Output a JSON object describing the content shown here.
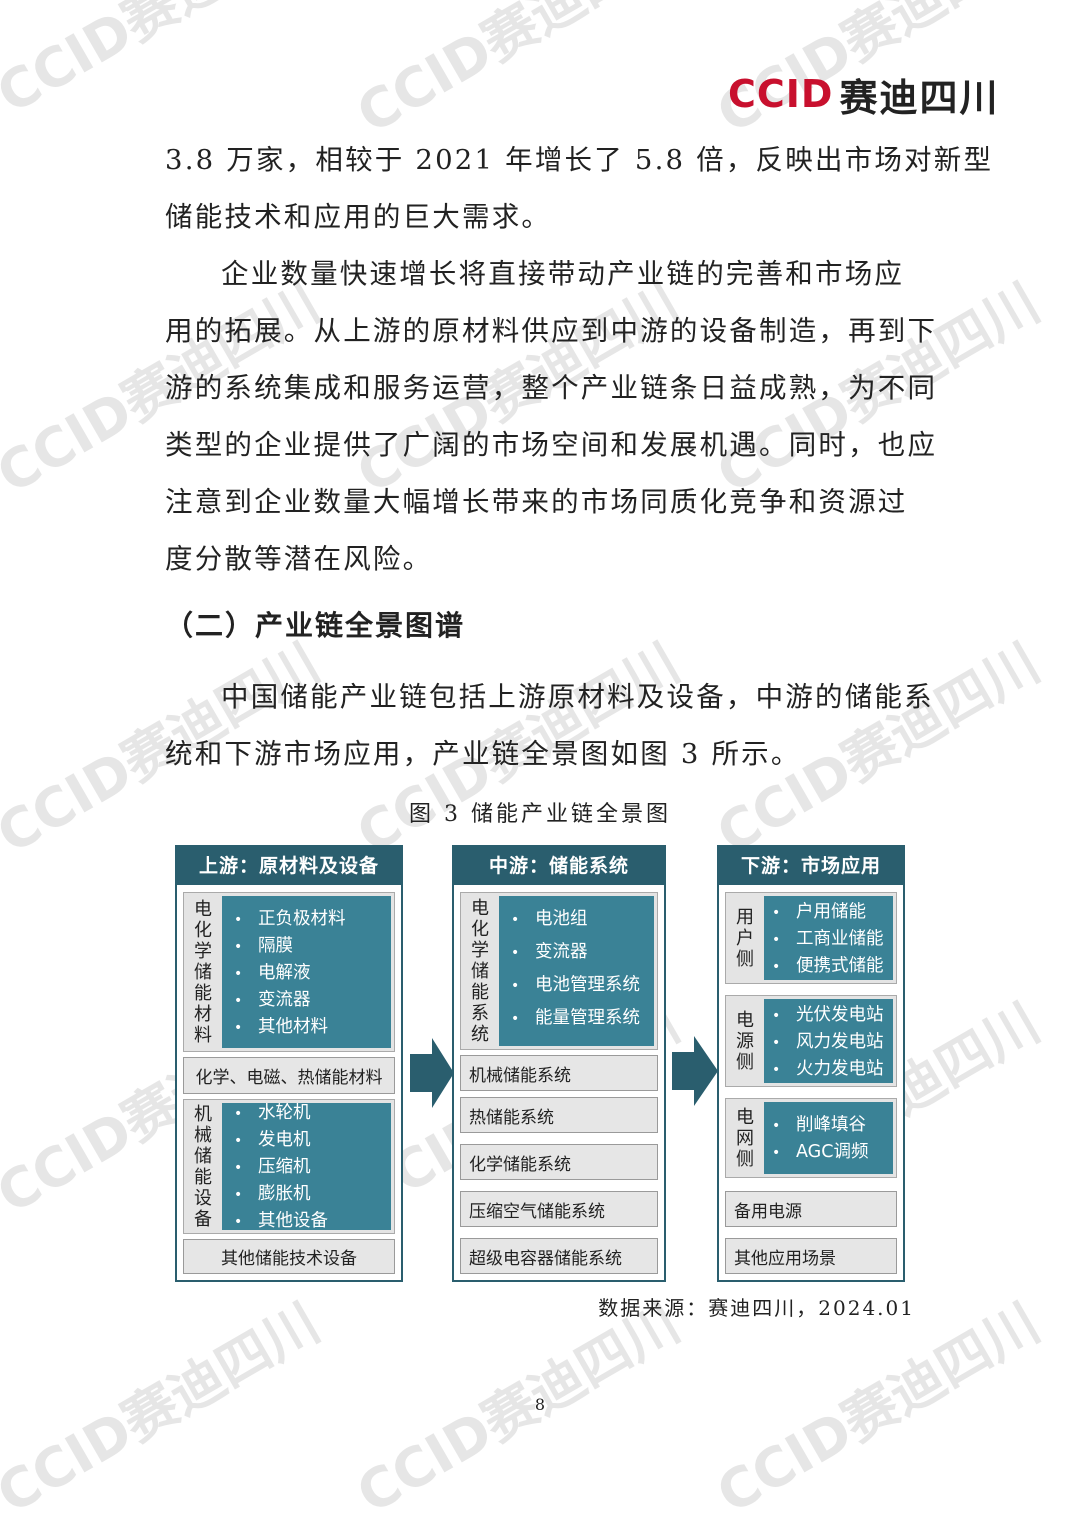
{
  "logo": {
    "brand": "CCID",
    "name": "赛迪四川"
  },
  "watermark": "CCID赛迪四川",
  "paragraphs": {
    "p1": [
      "3.8 万家，相较于 2021 年增长了 5.8 倍，反映出市场对新型",
      "储能技术和应用的巨大需求。"
    ],
    "p2": [
      "企业数量快速增长将直接带动产业链的完善和市场应",
      "用的拓展。从上游的原材料供应到中游的设备制造，再到下",
      "游的系统集成和服务运营，整个产业链条日益成熟，为不同",
      "类型的企业提供了广阔的市场空间和发展机遇。同时，也应",
      "注意到企业数量大幅增长带来的市场同质化竞争和资源过",
      "度分散等潜在风险。"
    ],
    "p3": [
      "中国储能产业链包括上游原材料及设备，中游的储能系",
      "统和下游市场应用，产业链全景图如图 3 所示。"
    ]
  },
  "section_heading": "（二）产业链全景图谱",
  "figure_caption": "图 3  储能产业链全景图",
  "diagram": {
    "upstream": {
      "title": "上游：原材料及设备",
      "group1_label": [
        "电",
        "化",
        "学",
        "储",
        "能",
        "材",
        "料"
      ],
      "group1_items": [
        "正负极材料",
        "隔膜",
        "电解液",
        "变流器",
        "其他材料"
      ],
      "box1": "化学、电磁、热储能材料",
      "group2_label": [
        "机",
        "械",
        "储",
        "能",
        "设",
        "备"
      ],
      "group2_items": [
        "水轮机",
        "发电机",
        "压缩机",
        "膨胀机",
        "其他设备"
      ],
      "box2": "其他储能技术设备"
    },
    "midstream": {
      "title": "中游：储能系统",
      "group_label": [
        "电",
        "化",
        "学",
        "储",
        "能",
        "系",
        "统"
      ],
      "group_items": [
        "电池组",
        "变流器",
        "电池管理系统",
        "能量管理系统"
      ],
      "boxes": [
        "机械储能系统",
        "热储能系统",
        "化学储能系统",
        "压缩空气储能系统",
        "超级电容器储能系统"
      ]
    },
    "downstream": {
      "title": "下游：市场应用",
      "user_label": [
        "用",
        "户",
        "侧"
      ],
      "user_items": [
        "户用储能",
        "工商业储能",
        "便携式储能"
      ],
      "power_label": [
        "电",
        "源",
        "侧"
      ],
      "power_items": [
        "光伏发电站",
        "风力发电站",
        "火力发电站"
      ],
      "grid_label": [
        "电",
        "网",
        "侧"
      ],
      "grid_items": [
        "削峰填谷",
        "AGC调频"
      ],
      "boxes": [
        "备用电源",
        "其他应用场景"
      ]
    }
  },
  "source": "数据来源：赛迪四川，2024.01",
  "page_number": "8"
}
